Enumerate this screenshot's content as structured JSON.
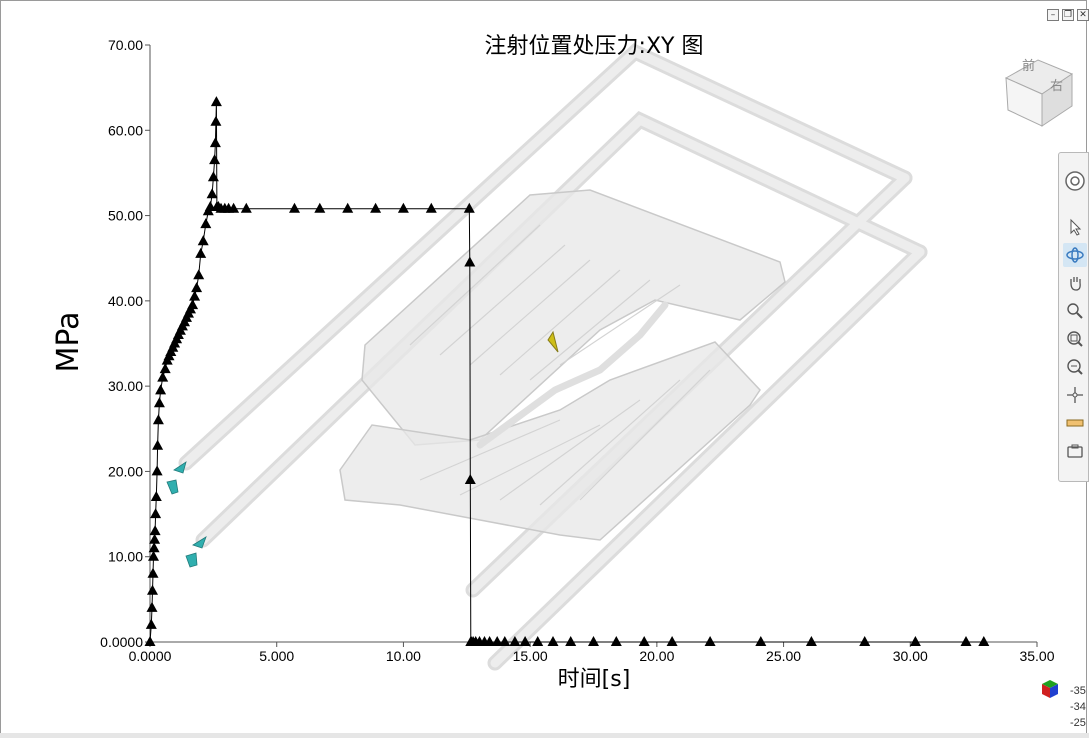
{
  "window": {
    "controls": [
      "minimize",
      "restore",
      "close"
    ]
  },
  "chart_data": {
    "type": "line",
    "title": "注射位置处压力:XY 图",
    "xlabel": "时间[s]",
    "ylabel": "MPa",
    "xlim": [
      0,
      35
    ],
    "ylim": [
      0,
      70
    ],
    "xticks": [
      "0.0000",
      "5.000",
      "10.00",
      "15.00",
      "20.00",
      "25.00",
      "30.00",
      "35.00"
    ],
    "yticks": [
      "0.0000",
      "10.00",
      "20.00",
      "30.00",
      "40.00",
      "50.00",
      "60.00",
      "70.00"
    ],
    "grid": false,
    "series": [
      {
        "marker": "triangle",
        "color": "#000000",
        "x": [
          0.0,
          0.05,
          0.08,
          0.1,
          0.12,
          0.14,
          0.16,
          0.18,
          0.2,
          0.22,
          0.25,
          0.28,
          0.3,
          0.33,
          0.37,
          0.42,
          0.5,
          0.6,
          0.68,
          0.75,
          0.82,
          0.9,
          0.97,
          1.05,
          1.12,
          1.2,
          1.28,
          1.36,
          1.44,
          1.52,
          1.6,
          1.68,
          1.76,
          1.84,
          1.92,
          2.0,
          2.1,
          2.2,
          2.3,
          2.38,
          2.45,
          2.5,
          2.55,
          2.58,
          2.6,
          2.62,
          2.64,
          2.7,
          2.8,
          2.95,
          3.1,
          3.3,
          3.8,
          5.7,
          6.7,
          7.8,
          8.9,
          10.0,
          11.1,
          12.6,
          12.62,
          12.64,
          12.66,
          12.68,
          12.75,
          12.85,
          13.0,
          13.2,
          13.4,
          13.7,
          14.0,
          14.4,
          14.8,
          15.3,
          15.9,
          16.6,
          17.5,
          18.4,
          19.5,
          20.6,
          22.1,
          24.1,
          26.1,
          28.2,
          30.2,
          32.2,
          32.9
        ],
        "y": [
          0.0,
          2.0,
          4.0,
          6.0,
          8.0,
          10.0,
          11.0,
          12.0,
          13.0,
          15.0,
          17.0,
          20.0,
          23.0,
          26.0,
          28.0,
          29.5,
          31.0,
          32.0,
          33.0,
          33.5,
          34.0,
          34.5,
          35.0,
          35.5,
          36.0,
          36.5,
          37.0,
          37.5,
          38.0,
          38.5,
          39.0,
          39.5,
          40.5,
          41.5,
          43.0,
          45.5,
          47.0,
          49.0,
          50.5,
          51.0,
          52.5,
          54.5,
          56.5,
          58.5,
          61.0,
          63.3,
          51.0,
          51.0,
          50.8,
          50.8,
          50.8,
          50.8,
          50.8,
          50.8,
          50.8,
          50.8,
          50.8,
          50.8,
          50.8,
          50.8,
          44.5,
          19.0,
          0.0,
          0.0,
          0.0,
          0.0,
          0.0,
          0.0,
          0.0,
          0.0,
          0.0,
          0.0,
          0.0,
          0.0,
          0.0,
          0.0,
          0.0,
          0.0,
          0.0,
          0.0,
          0.0,
          0.0,
          0.0,
          0.0,
          0.0,
          0.0,
          0.0
        ]
      }
    ]
  },
  "viewcube": {
    "faces": [
      "前",
      "右"
    ]
  },
  "toolbar": {
    "items": [
      "orbit-wheel-icon",
      "select-arrow-icon",
      "rotate-icon",
      "pan-hand-icon",
      "zoom-icon",
      "zoom-window-icon",
      "zoom-fit-icon",
      "center-icon",
      "ruler-icon",
      "camera-icon"
    ]
  },
  "triad": {
    "values": [
      "-35",
      "-34",
      "-25"
    ],
    "colors": {
      "x": "#d02020",
      "y": "#20a020",
      "z": "#2040d0"
    }
  }
}
